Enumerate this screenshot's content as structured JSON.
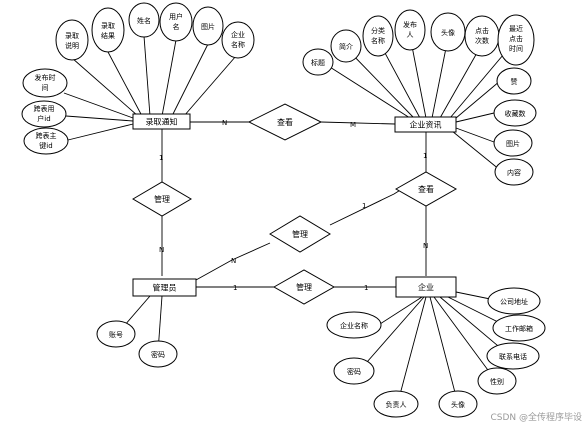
{
  "entities": {
    "recruit_notice": "录取通知",
    "enterprise_info": "企业资讯",
    "admin": "管理员",
    "enterprise": "企业"
  },
  "relationships": {
    "publish_notice": "查看",
    "manage_notice": "管理",
    "manage_info": "管理",
    "publish_info": "查看",
    "manage_enterprise": "管理"
  },
  "attributes": {
    "recruit_notice": [
      [
        "录取",
        "说明"
      ],
      [
        "录取",
        "结果"
      ],
      [
        "姓名"
      ],
      [
        "用户",
        "名"
      ],
      [
        "图片"
      ],
      [
        "企业",
        "名称"
      ],
      [
        "发布时",
        "间"
      ],
      [
        "跨表用",
        "户id"
      ],
      [
        "跨表主",
        "键id"
      ]
    ],
    "enterprise_info": [
      [
        "标题"
      ],
      [
        "简介"
      ],
      [
        "分类",
        "名称"
      ],
      [
        "发布",
        "人"
      ],
      [
        "头像"
      ],
      [
        "点击",
        "次数"
      ],
      [
        "最近",
        "点击",
        "时间"
      ],
      [
        "赞"
      ],
      [
        "收藏数"
      ],
      [
        "图片"
      ],
      [
        "内容"
      ]
    ],
    "admin": [
      [
        "账号"
      ],
      [
        "密码"
      ]
    ],
    "enterprise": [
      [
        "企业名称"
      ],
      [
        "密码"
      ],
      [
        "负责人"
      ],
      [
        "头像"
      ],
      [
        "性别"
      ],
      [
        "联系电话"
      ],
      [
        "工作邮箱"
      ],
      [
        "公司地址"
      ]
    ]
  },
  "cardinalities": [
    "N",
    "M",
    "1",
    "N",
    "1",
    "N",
    "N",
    "1",
    "1",
    "1"
  ],
  "watermark": "CSDN @全传程序毕设"
}
